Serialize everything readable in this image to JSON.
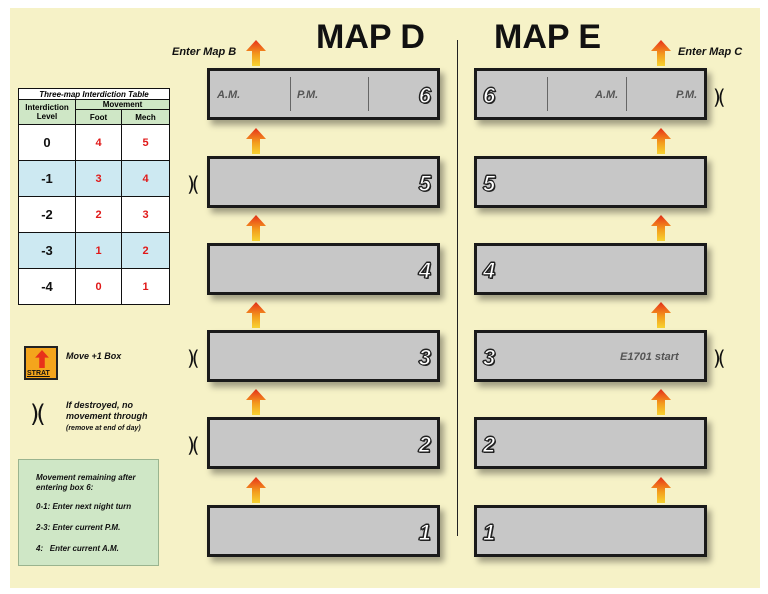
{
  "titles": {
    "map_d": "MAP D",
    "map_e": "MAP E"
  },
  "enter": {
    "map_b": "Enter Map B",
    "map_c": "Enter Map C"
  },
  "map_d": {
    "boxes": [
      {
        "number": "6",
        "sub_am": "A.M.",
        "sub_pm": "P.M."
      },
      {
        "number": "5"
      },
      {
        "number": "4"
      },
      {
        "number": "3"
      },
      {
        "number": "2"
      },
      {
        "number": "1"
      }
    ]
  },
  "map_e": {
    "boxes": [
      {
        "number": "6",
        "sub_am": "A.M.",
        "sub_pm": "P.M."
      },
      {
        "number": "5"
      },
      {
        "number": "4"
      },
      {
        "number": "3",
        "note": "E1701 start"
      },
      {
        "number": "2"
      },
      {
        "number": "1"
      }
    ]
  },
  "bracket_glyph": ")(",
  "table": {
    "title": "Three-map Interdiction Table",
    "movement_header": "Movement",
    "col_level": "Interdiction Level",
    "col_foot": "Foot",
    "col_mech": "Mech",
    "rows": [
      {
        "level": "0",
        "foot": "4",
        "mech": "5"
      },
      {
        "level": "-1",
        "foot": "3",
        "mech": "4"
      },
      {
        "level": "-2",
        "foot": "2",
        "mech": "3"
      },
      {
        "level": "-3",
        "foot": "1",
        "mech": "2"
      },
      {
        "level": "-4",
        "foot": "0",
        "mech": "1"
      }
    ]
  },
  "legend": {
    "strat_label": "STRAT",
    "move_text": "Move +1 Box",
    "destroyed_text_1": "If destroyed, no",
    "destroyed_text_2": "movement through",
    "destroyed_text_3": "(remove at end of day)"
  },
  "notes": {
    "line1": "Movement remaining after",
    "line2": "entering box 6:",
    "line3": "0-1: Enter next night turn",
    "line4": "2-3: Enter current P.M.",
    "line5": "4:   Enter current A.M."
  },
  "colors": {
    "board": "#f6f2c7",
    "box": "#c7c7c7",
    "arrow": "#f4a51c",
    "table_head": "#cfe7c6",
    "table_alt": "#cde9f2",
    "red_values": "#e01818"
  }
}
